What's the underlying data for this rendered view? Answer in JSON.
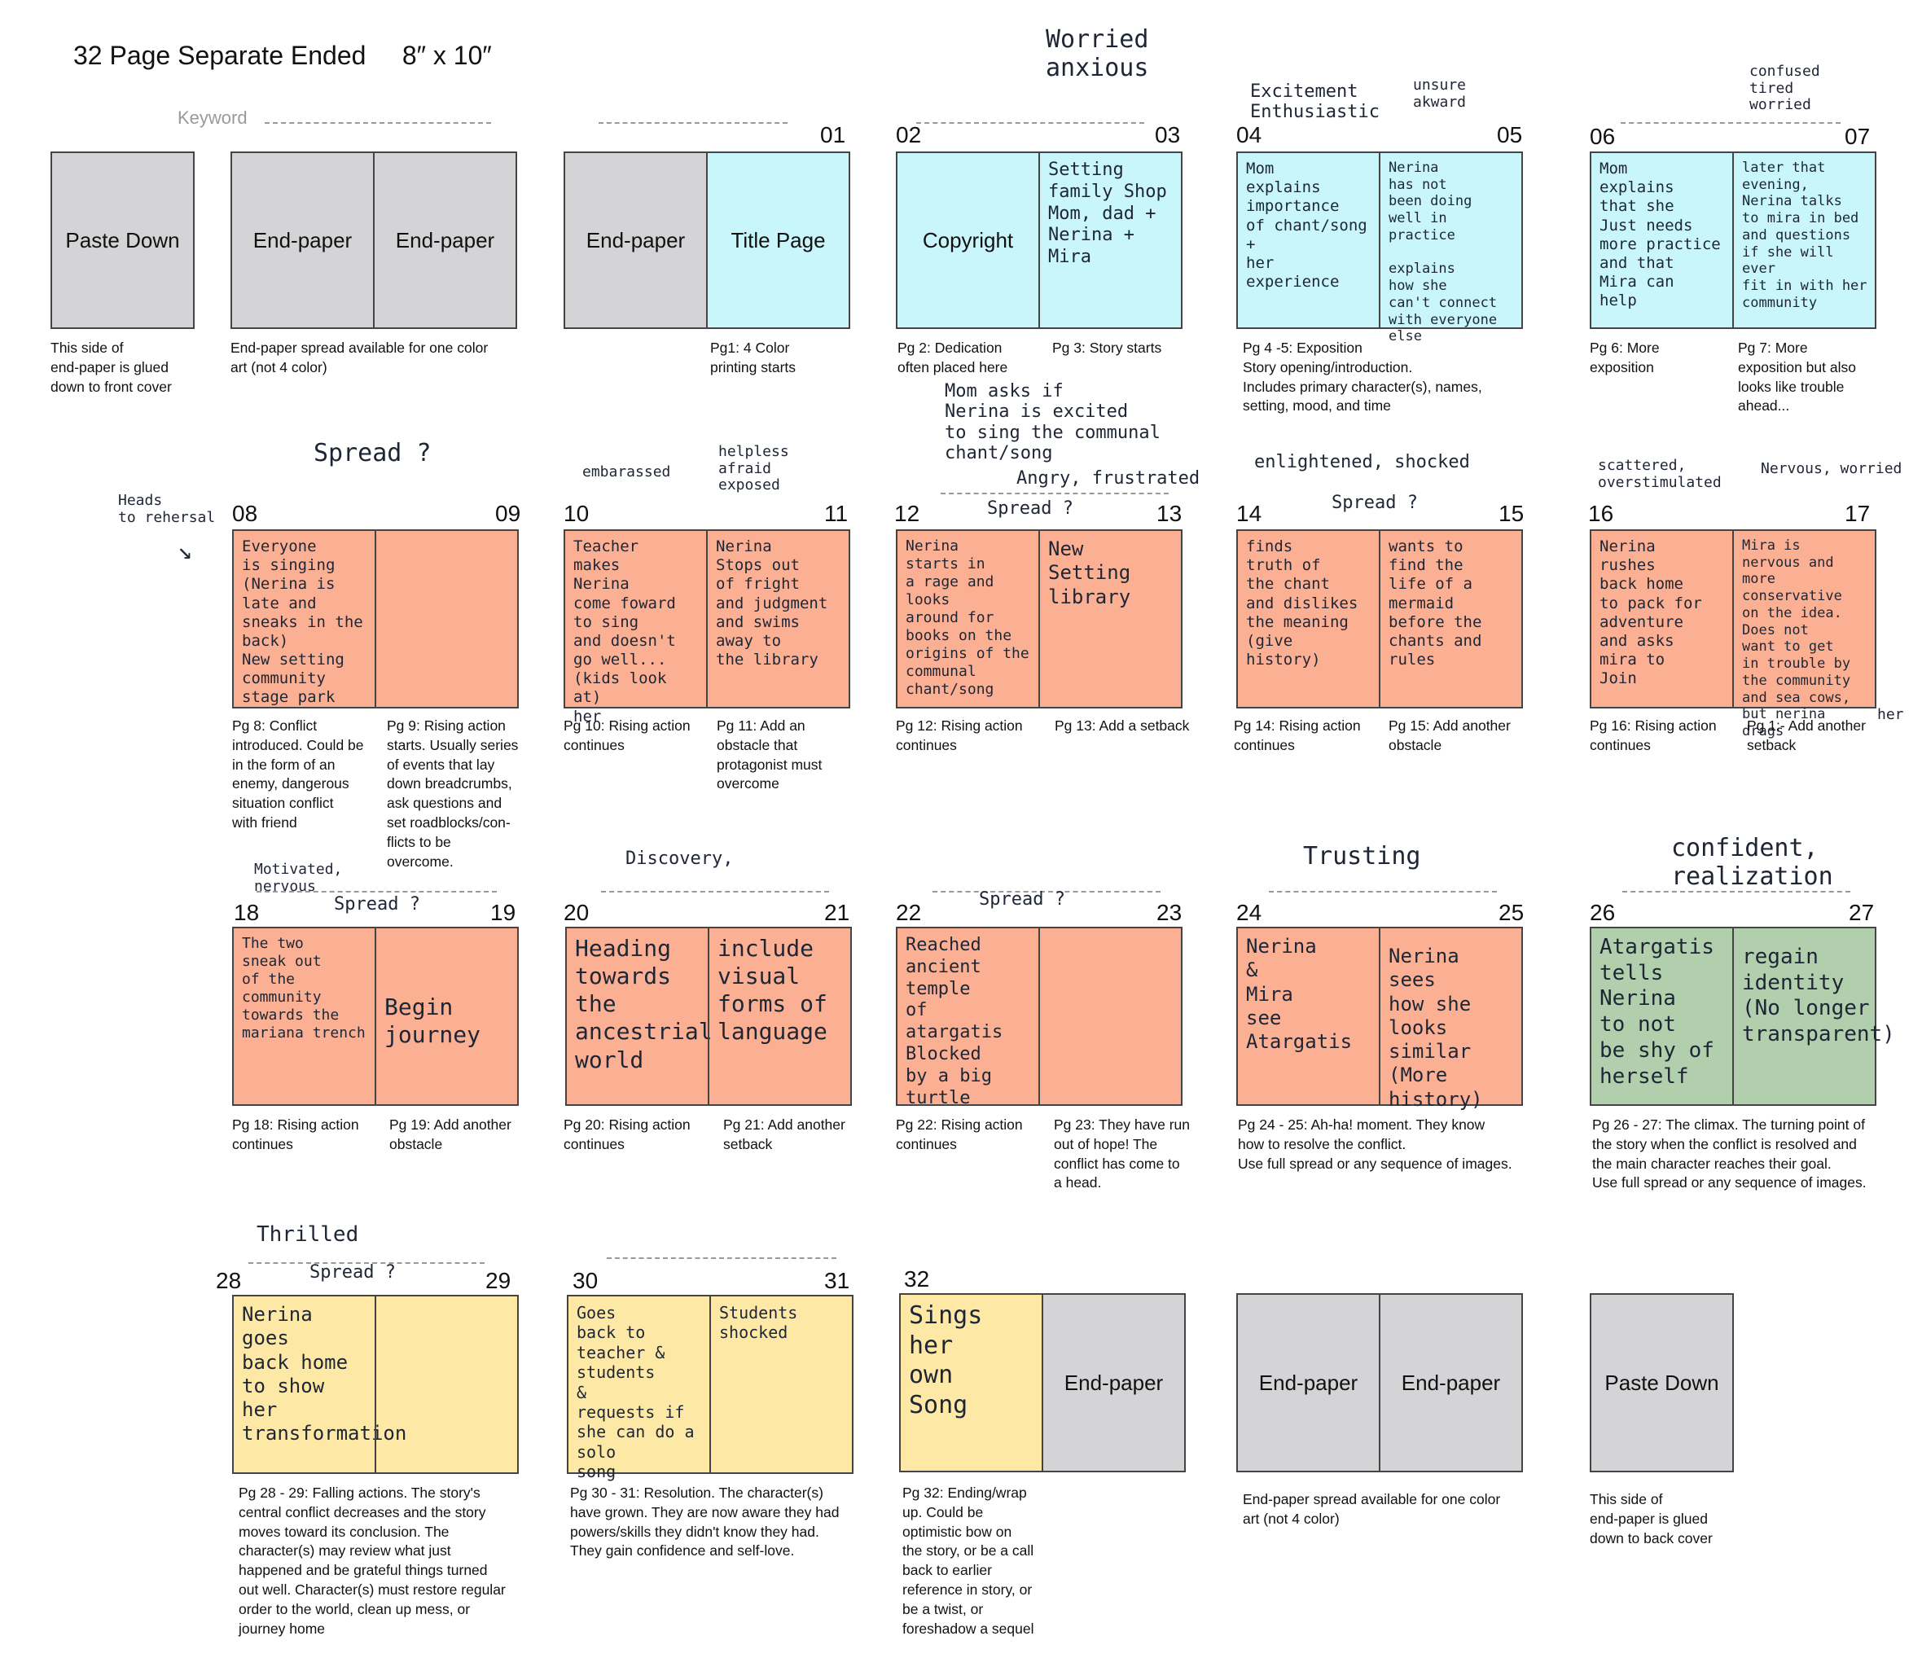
{
  "title": "32 Page Separate Ended     8″ x 10″",
  "keyword": "Keyword",
  "page_labels": {
    "paste_down": "Paste Down",
    "end_paper": "End-paper",
    "title_page": "Title Page",
    "copyright": "Copyright"
  },
  "numbers": [
    "01",
    "02",
    "03",
    "04",
    "05",
    "06",
    "07",
    "08",
    "09",
    "10",
    "11",
    "12",
    "13",
    "14",
    "15",
    "16",
    "17",
    "18",
    "19",
    "20",
    "21",
    "22",
    "23",
    "24",
    "25",
    "26",
    "27",
    "28",
    "29",
    "30",
    "31",
    "32"
  ],
  "captions": {
    "paste_down_front": "This side of\nend-paper is glued\ndown to front cover",
    "endpaper_front": "End-paper spread available for one color\nart (not 4 color)",
    "p1": "Pg1: 4 Color\nprinting starts",
    "p2": "Pg 2: Dedication\noften placed here",
    "p3": "Pg 3: Story starts",
    "p4_5": "Pg 4 -5: Exposition\nStory opening/introduction.\nIncludes primary character(s), names,\nsetting, mood, and time",
    "p6": "Pg 6: More\nexposition",
    "p7": "Pg 7: More\nexposition but also\nlooks like trouble\nahead...",
    "p8": "Pg 8: Conflict\nintroduced. Could be\nin the form of an\nenemy, dangerous\nsituation conflict\nwith friend",
    "p9": "Pg 9: Rising action\nstarts. Usually series\nof events that lay\ndown breadcrumbs,\nask questions and\nset roadblocks/con-\nflicts to be\novercome.",
    "p10": "Pg 10: Rising action\ncontinues",
    "p11": "Pg 11: Add an\nobstacle that\nprotagonist must\novercome",
    "p12": "Pg 12: Rising action\ncontinues",
    "p13": "Pg 13: Add a setback",
    "p14": "Pg 14:  Rising action\ncontinues",
    "p15": "Pg 15: Add another\nobstacle",
    "p16": "Pg 16: Rising action\ncontinues",
    "p17": "Pg 1:- Add another\nsetback",
    "p18": "Pg 18: Rising action\ncontinues",
    "p19": "Pg 19: Add another\nobstacle",
    "p20": "Pg 20: Rising action\ncontinues",
    "p21": "Pg 21: Add another\nsetback",
    "p22": "Pg 22: Rising action\ncontinues",
    "p23": "Pg 23: They have run\nout of hope! The\nconflict has come to\na head.",
    "p24_25": "Pg 24 - 25: Ah-ha! moment. They know\nhow to resolve the conflict.\nUse full spread or any sequence of images.",
    "p26_27": "Pg 26 - 27: The climax. The turning point of\nthe story when the conflict is resolved and\nthe main character reaches their goal.\nUse full spread or any sequence of images.",
    "p28_29": "Pg 28 - 29: Falling actions. The story's\ncentral conflict decreases and the story\nmoves toward its conclusion. The\ncharacter(s) may review what just\nhappened and be grateful things turned\nout well. Character(s) must restore regular\norder to the world, clean up mess, or\njourney home",
    "p30_31": "Pg 30 - 31: Resolution. The character(s)\nhave grown. They are now aware they had\npowers/skills they didn't know they had.\nThey gain confidence and self-love.",
    "p32": "Pg 32: Ending/wrap\nup.  Could be\noptimistic bow on\nthe story,  or be a call\nback to earlier\nreference in story, or\nbe a twist, or\nforeshadow a sequel",
    "endpaper_back": "End-paper spread available for one color\nart (not 4 color)",
    "paste_down_back": "This side of\nend-paper is glued\ndown to back cover"
  },
  "notes": {
    "p3": "Setting\nfamily Shop\nMom, dad +\nNerina +\nMira",
    "p4": "Mom\nexplains\nimportance\nof chant/song\n+\nher experience",
    "p5": "Nerina\nhas not\nbeen doing\nwell in\npractice\n\nexplains\nhow she\ncan't connect\nwith everyone\nelse",
    "p6": "Mom\nexplains\nthat she\nJust needs\nmore practice\nand that\nMira can\nhelp",
    "p7": "later that\nevening,\nNerina talks\nto mira in bed\nand questions\nif she will ever\nfit in with her\ncommunity",
    "p8": "Everyone\nis singing\n(Nerina is\nlate and\nsneaks in the\nback)\nNew setting\ncommunity\nstage park",
    "p10": "Teacher\nmakes\nNerina\ncome foward\nto sing\nand doesn't\ngo well...\n(kids look at)\nher",
    "p11": "Nerina\nStops out\nof fright\nand judgment\nand swims\naway to\nthe library",
    "p12": "Nerina\nstarts in\na rage and\nlooks\naround for\nbooks on the\norigins of the\ncommunal\nchant/song",
    "p13": "New\nSetting\nlibrary",
    "p14": "finds\ntruth of\nthe chant\nand dislikes\nthe meaning\n(give history)",
    "p15": "wants to\nfind the\nlife of a\nmermaid\nbefore the\nchants and\nrules",
    "p16": "Nerina\nrushes\nback home\nto pack for\nadventure\nand asks\nmira to\nJoin",
    "p17": "Mira is\nnervous and\nmore conservative\non the idea.\nDoes not\nwant to get\nin trouble by\nthe community\nand sea cows,\nbut nerina drags",
    "p18": "The two\nsneak out\nof the community\ntowards the\nmariana trench",
    "p19": "Begin\njourney",
    "p20": "Heading\ntowards\nthe\nancestrial\nworld",
    "p21": "include\nvisual\nforms of\nlanguage",
    "p22": "Reached\nancient\ntemple\nof atargatis\nBlocked\nby a big\nturtle",
    "p24": "Nerina\n&\nMira\nsee\nAtargatis",
    "p25": "Nerina\nsees\nhow she\nlooks\nsimilar\n(More\nhistory)",
    "p26": "Atargatis\ntells\nNerina\nto not\nbe shy of\nherself",
    "p27": "regain\nidentity\n(No longer\ntransparent)",
    "p28": "Nerina\ngoes\nback home\nto show\nher\ntransformation",
    "p30": "Goes\nback to\nteacher &\nstudents\n&\nrequests if\nshe can do a solo\nsong",
    "p31": "Students\nshocked",
    "p32": "Sings\nher\nown\nSong"
  },
  "annotations": {
    "worried": "Worried\nanxious",
    "excitement": "Excitement\nEnthusiastic",
    "unsure": "unsure\nakward",
    "confused": "confused\ntired\nworried",
    "mom_asks": "Mom asks if\nNerina is excited\nto sing the communal\nchant/song",
    "spread_q": "Spread ?",
    "heads_to": "Heads\nto rehersal",
    "embarassed": "embarassed",
    "helpless": "helpless\nafraid\nexposed",
    "angry": "Angry, frustrated",
    "enlightened": "enlightened, shocked",
    "scattered": "scattered,\noverstimulated",
    "nervous_worried": "Nervous, worried",
    "her": "her",
    "motivated": "Motivated,\nnervous",
    "discovery": "Discovery,",
    "trusting": "Trusting",
    "confident": "confident,\nrealization",
    "thrilled": "Thrilled"
  }
}
